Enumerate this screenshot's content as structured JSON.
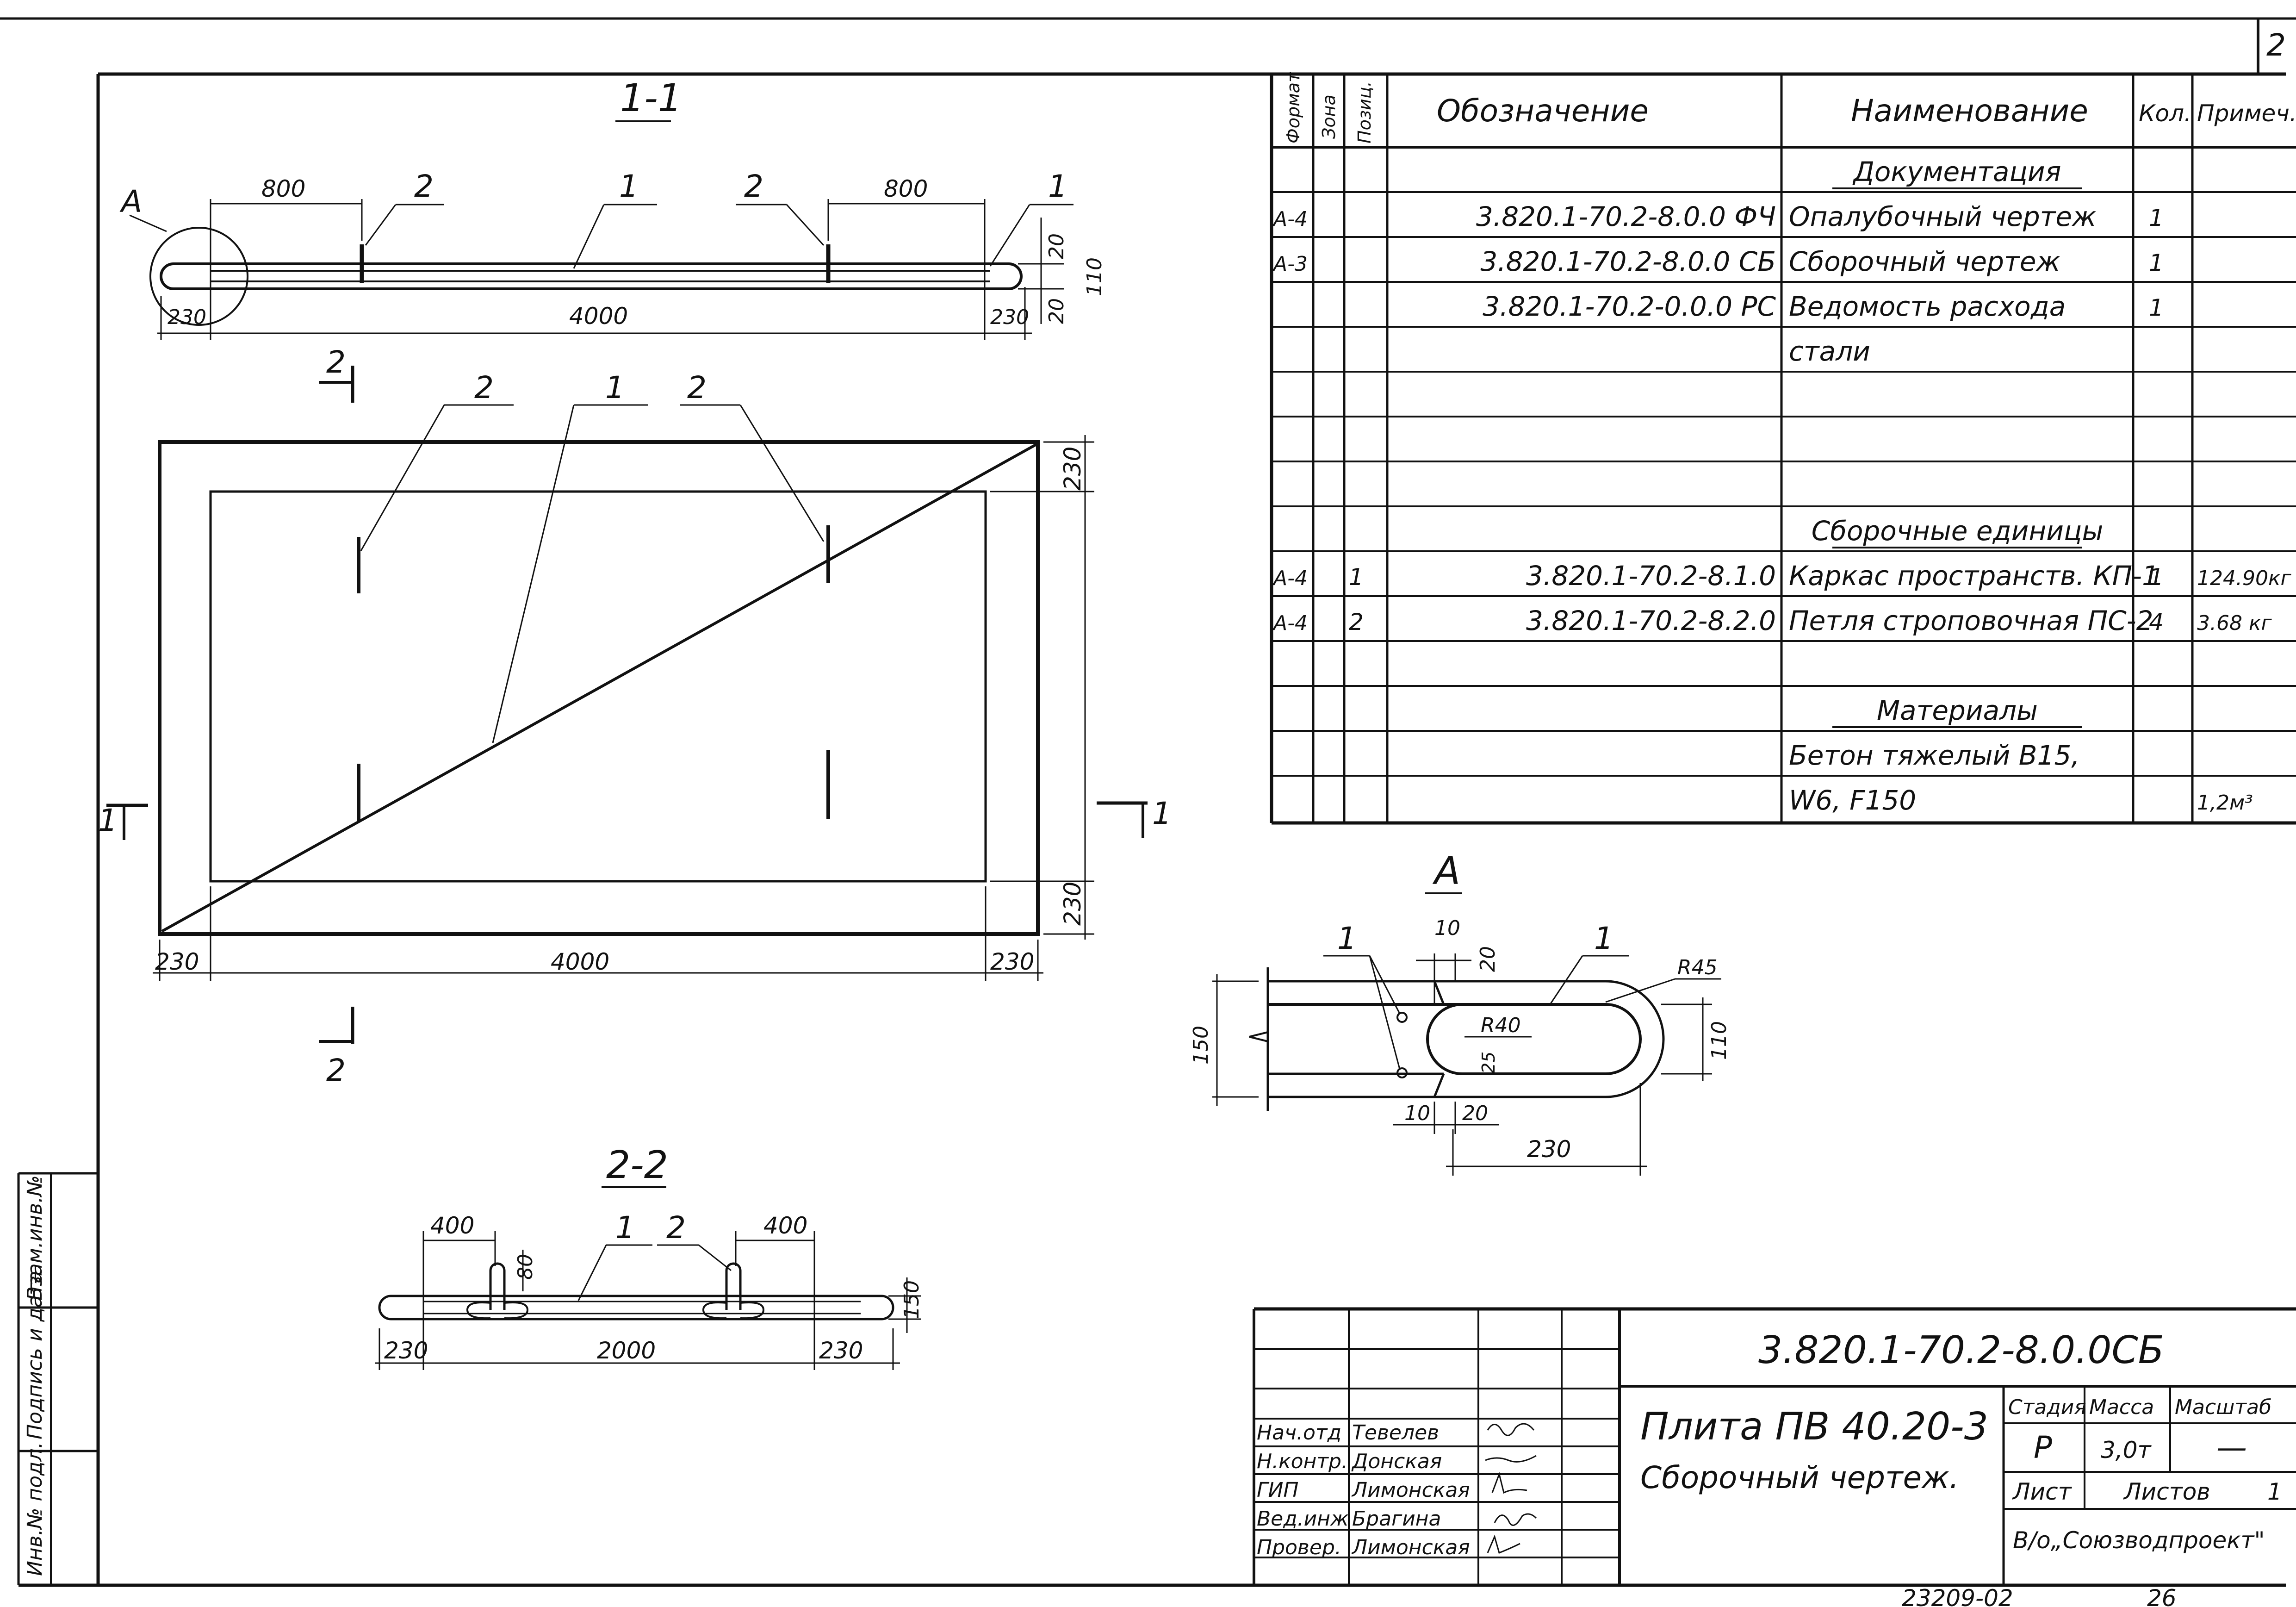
{
  "sheet_number": "2",
  "footer_code": "23209-02",
  "footer_page": "26",
  "sections": {
    "s11": "1-1",
    "s22": "2-2",
    "detail": "A",
    "cut_mark_1": "1",
    "cut_mark_2": "2"
  },
  "view11": {
    "dims": [
      "800",
      "800",
      "230",
      "4000",
      "230",
      "20",
      "20",
      "110"
    ],
    "callouts": [
      "A",
      "2",
      "1",
      "2",
      "1"
    ]
  },
  "plan": {
    "dims": [
      "230",
      "4000",
      "230",
      "230",
      "230"
    ],
    "callouts": [
      "2",
      "1",
      "2"
    ]
  },
  "view22": {
    "dims": [
      "400",
      "80",
      "400",
      "230",
      "2000",
      "230",
      "150"
    ],
    "callouts": [
      "1",
      "2"
    ]
  },
  "detailA": {
    "dims": [
      "10",
      "20",
      "R45",
      "150",
      "R40",
      "110",
      "25",
      "10",
      "20",
      "230"
    ],
    "callouts": [
      "1",
      "1"
    ]
  },
  "spec": {
    "headers": [
      "Формат",
      "Зона",
      "Позиц.",
      "Обозначение",
      "Наименование",
      "Кол.",
      "Примеч."
    ],
    "rows": [
      {
        "format": "",
        "zone": "",
        "pos": "",
        "designation": "",
        "name": "Документация",
        "qty": "",
        "note": "",
        "section": true
      },
      {
        "format": "A-4",
        "zone": "",
        "pos": "",
        "designation": "3.820.1-70.2-8.0.0 ФЧ",
        "name": "Опалубочный чертеж",
        "qty": "1",
        "note": ""
      },
      {
        "format": "A-3",
        "zone": "",
        "pos": "",
        "designation": "3.820.1-70.2-8.0.0 СБ",
        "name": "Сборочный чертеж",
        "qty": "1",
        "note": ""
      },
      {
        "format": "",
        "zone": "",
        "pos": "",
        "designation": "3.820.1-70.2-0.0.0 РС",
        "name": "Ведомость расхода",
        "qty": "1",
        "note": ""
      },
      {
        "format": "",
        "zone": "",
        "pos": "",
        "designation": "",
        "name": "стали",
        "qty": "",
        "note": ""
      },
      {
        "format": "",
        "zone": "",
        "pos": "",
        "designation": "",
        "name": "",
        "qty": "",
        "note": ""
      },
      {
        "format": "",
        "zone": "",
        "pos": "",
        "designation": "",
        "name": "",
        "qty": "",
        "note": ""
      },
      {
        "format": "",
        "zone": "",
        "pos": "",
        "designation": "",
        "name": "",
        "qty": "",
        "note": ""
      },
      {
        "format": "",
        "zone": "",
        "pos": "",
        "designation": "",
        "name": "Сборочные единицы",
        "qty": "",
        "note": "",
        "section": true
      },
      {
        "format": "A-4",
        "zone": "",
        "pos": "1",
        "designation": "3.820.1-70.2-8.1.0",
        "name": "Каркас пространств. КП-1",
        "qty": "1",
        "note": "124.90кг"
      },
      {
        "format": "A-4",
        "zone": "",
        "pos": "2",
        "designation": "3.820.1-70.2-8.2.0",
        "name": "Петля строповочная ПС-2",
        "qty": "4",
        "note": "3.68 кг"
      },
      {
        "format": "",
        "zone": "",
        "pos": "",
        "designation": "",
        "name": "",
        "qty": "",
        "note": ""
      },
      {
        "format": "",
        "zone": "",
        "pos": "",
        "designation": "",
        "name": "Материалы",
        "qty": "",
        "note": "",
        "section": true
      },
      {
        "format": "",
        "zone": "",
        "pos": "",
        "designation": "",
        "name": "Бетон тяжелый В15,",
        "qty": "",
        "note": ""
      },
      {
        "format": "",
        "zone": "",
        "pos": "",
        "designation": "",
        "name": "W6, F150",
        "qty": "",
        "note": "1,2м³"
      }
    ]
  },
  "title_block": {
    "doc_code": "3.820.1-70.2-8.0.0СБ",
    "title_line1": "Плита ПВ 40.20-3",
    "title_line2": "Сборочный чертеж.",
    "stage_label": "Стадия",
    "mass_label": "Масса",
    "scale_label": "Масштаб",
    "stage": "Р",
    "mass": "3,0т",
    "scale": "—",
    "sheet_label": "Лист",
    "sheets_label": "Листов",
    "sheets_count": "1",
    "org": "В/о„Союзводпроект\"",
    "people": [
      {
        "role": "Нач.отд",
        "name": "Тевелев"
      },
      {
        "role": "Н.контр.",
        "name": "Донская"
      },
      {
        "role": "ГИП",
        "name": "Лимонская"
      },
      {
        "role": "Вед.инж",
        "name": "Брагина"
      },
      {
        "role": "Провер.",
        "name": "Лимонская"
      }
    ]
  },
  "side_stamp": [
    "Инв.№ подл.",
    "Подпись и дата",
    "Взам.инв.№"
  ]
}
